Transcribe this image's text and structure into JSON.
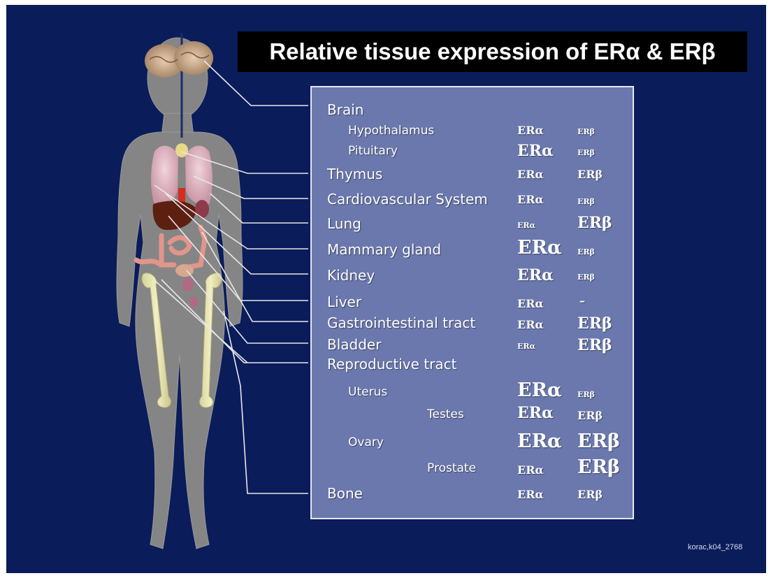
{
  "title": "Relative tissue expression of ERα & ERβ",
  "credit": "korac,k04_2768",
  "markers": {
    "alpha": "ERα",
    "beta": "ERβ",
    "absent": "–"
  },
  "tissues": [
    {
      "name": "Brain",
      "alpha": null,
      "beta": null
    },
    {
      "name": "Hypothalamus",
      "alpha": "medium",
      "beta": "small"
    },
    {
      "name": "Pituitary",
      "alpha": "large",
      "beta": "small"
    },
    {
      "name": "Thymus",
      "alpha": "medium",
      "beta": "medium"
    },
    {
      "name": "Cardiovascular System",
      "alpha": "medium",
      "beta": "small"
    },
    {
      "name": "Lung",
      "alpha": "small",
      "beta": "large"
    },
    {
      "name": "Mammary gland",
      "alpha": "xlarge",
      "beta": "small"
    },
    {
      "name": "Kidney",
      "alpha": "large",
      "beta": "small"
    },
    {
      "name": "Liver",
      "alpha": "medium",
      "beta": "absent"
    },
    {
      "name": "Gastrointestinal tract",
      "alpha": "medium",
      "beta": "large"
    },
    {
      "name": "Bladder",
      "alpha": "small",
      "beta": "large"
    },
    {
      "name": "Reproductive tract",
      "alpha": null,
      "beta": null
    },
    {
      "name": "Uterus",
      "alpha": "xlarge",
      "beta": "small"
    },
    {
      "name": "Testes",
      "alpha": "large",
      "beta": "medium"
    },
    {
      "name": "Ovary",
      "alpha": "xlarge",
      "beta": "xlarge"
    },
    {
      "name": "Prostate",
      "alpha": "medium",
      "beta": "xlarge"
    },
    {
      "name": "Bone",
      "alpha": "medium",
      "beta": "medium"
    }
  ],
  "colors": {
    "background": "#0b1c5a",
    "panel": "#6a78ad",
    "title_bar": "#000000",
    "text": "#ffffff",
    "leader_lines": "#e8e8e8"
  }
}
